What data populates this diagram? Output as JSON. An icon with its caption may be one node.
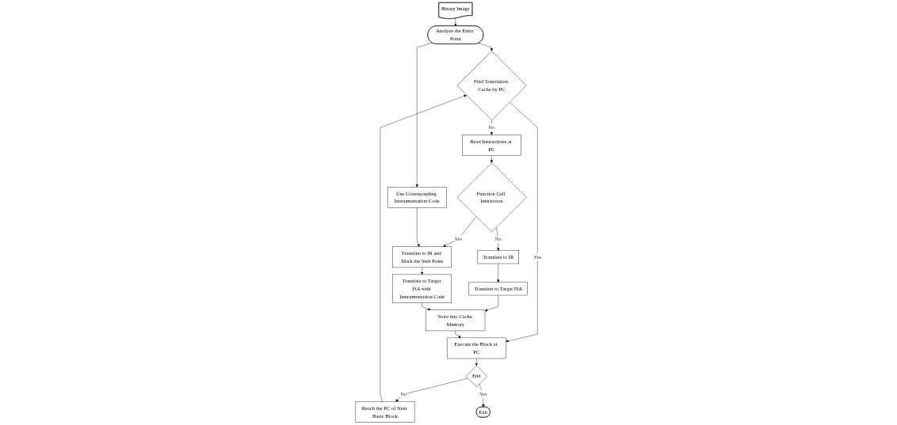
{
  "diagram": {
    "nodes": [
      {
        "text": [
          "Binary Image"
        ]
      },
      {
        "text": [
          "Analyze the Entry Point"
        ]
      },
      {
        "text": [
          "Find Translation Cache by PC"
        ]
      },
      {
        "text": [
          "Read Instructions at PC"
        ]
      },
      {
        "text": [
          "Function Call Instruction"
        ]
      },
      {
        "text": [
          "Use Corresponding Instrumentation Code"
        ]
      },
      {
        "text": [
          "Translate to IR and Mark the Stub Point"
        ]
      },
      {
        "text": [
          "Execute the Block at PC"
        ]
      },
      {
        "text": [
          "Translate to IR"
        ]
      },
      {
        "text": [
          "Translate to Target ISA with Instrumentation Code"
        ]
      },
      {
        "text": [
          "Reach the PC of Next Basic Block"
        ]
      },
      {
        "text": [
          "End"
        ]
      },
      {
        "text": [
          "Translate to Target ISA"
        ]
      },
      {
        "text": [
          "Store into Cache Memory"
        ]
      },
      {
        "text": [
          "Exit"
        ]
      }
    ],
    "edges": [
      {
        "from": 0,
        "to": 1,
        "arrow": "to"
      },
      {
        "from": 1,
        "to": 2,
        "arrow": "to"
      },
      {
        "from": 2,
        "to": 7,
        "label": "Yes",
        "arrow": "to"
      },
      {
        "from": 7,
        "to": 11,
        "arrow": "to"
      },
      {
        "from": 11,
        "to": 10,
        "label": "No",
        "arrow": "to"
      },
      {
        "from": 11,
        "to": 14,
        "label": "Yes",
        "arrow": "to"
      },
      {
        "from": 10,
        "to": 2,
        "arrow": "to"
      },
      {
        "from": 2,
        "to": 3,
        "label": "No",
        "arrow": "to"
      },
      {
        "from": 3,
        "to": 4,
        "arrow": "to"
      },
      {
        "from": 4,
        "to": 6,
        "label": "Yes",
        "arrow": "to"
      },
      {
        "from": 4,
        "to": 8,
        "label": "No",
        "arrow": "to"
      },
      {
        "from": 1,
        "to": 5,
        "arrow": "to"
      },
      {
        "from": 5,
        "to": 6,
        "arrow": "to"
      },
      {
        "from": 6,
        "to": 9,
        "arrow": "to"
      },
      {
        "from": 8,
        "to": 12,
        "arrow": "to"
      },
      {
        "from": 12,
        "to": 13,
        "arrow": "to"
      },
      {
        "from": 9,
        "to": 13,
        "arrow": "to"
      },
      {
        "from": 13,
        "to": 7,
        "arrow": "to"
      }
    ]
  }
}
